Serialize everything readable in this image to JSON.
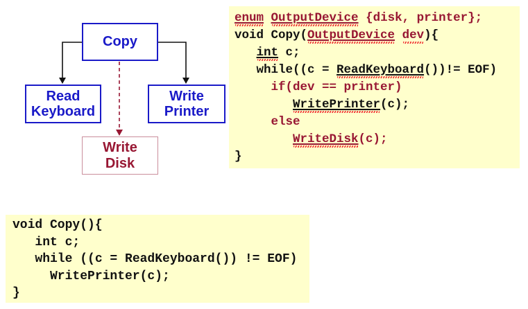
{
  "palette": {
    "blue": "#1a1ac8",
    "maroon": "#981733",
    "squiggle_red": "#f03030",
    "code_background": "#ffffcc",
    "disk_box_border": "#ca8d9b",
    "arrow_black": "#111111"
  },
  "diagram": {
    "nodes": {
      "copy": {
        "label": "Copy"
      },
      "read_keyboard": {
        "label": "Read\nKeyboard"
      },
      "write_printer": {
        "label": "Write\nPrinter"
      },
      "write_disk": {
        "label": "Write\nDisk"
      }
    },
    "edges": [
      {
        "name": "copy-to-read-keyboard",
        "style": "solid",
        "color": "#111111"
      },
      {
        "name": "copy-to-write-printer",
        "style": "solid",
        "color": "#111111"
      },
      {
        "name": "copy-to-write-disk",
        "style": "dashed",
        "color": "#981733"
      }
    ]
  },
  "code_blocks": {
    "modified": {
      "lines": [
        [
          {
            "t": "enum",
            "c": "maroon",
            "u": 1,
            "sq": 1
          },
          {
            "t": " ",
            "c": "maroon"
          },
          {
            "t": "OutputDevice",
            "c": "maroon",
            "u": 1,
            "sq": 1
          },
          {
            "t": " {disk, printer};",
            "c": "maroon"
          }
        ],
        [
          {
            "t": "void Copy(",
            "c": "black"
          },
          {
            "t": "OutputDevice",
            "c": "maroon",
            "u": 1,
            "sq": 1
          },
          {
            "t": " ",
            "c": "maroon"
          },
          {
            "t": "dev",
            "c": "maroon",
            "sq": 1
          },
          {
            "t": "){",
            "c": "black"
          }
        ],
        [
          {
            "t": "   ",
            "c": "black"
          },
          {
            "t": "int",
            "c": "black",
            "u": 1,
            "sq": 1
          },
          {
            "t": " c;",
            "c": "black"
          }
        ],
        [
          {
            "t": "   while((c = ",
            "c": "black"
          },
          {
            "t": "ReadKeyboard",
            "c": "black",
            "u": 1,
            "sq": 1
          },
          {
            "t": "())!= EOF)",
            "c": "black"
          }
        ],
        [
          {
            "t": "     if(dev == printer)",
            "c": "maroon"
          }
        ],
        [
          {
            "t": "        ",
            "c": "black"
          },
          {
            "t": "WritePrinter",
            "c": "black",
            "u": 1,
            "sq": 1
          },
          {
            "t": "(c);",
            "c": "black"
          }
        ],
        [
          {
            "t": "     else",
            "c": "maroon"
          }
        ],
        [
          {
            "t": "        ",
            "c": "black"
          },
          {
            "t": "WriteDisk",
            "c": "maroon",
            "u": 1,
            "sq": 1
          },
          {
            "t": "(c);",
            "c": "maroon"
          }
        ],
        [
          {
            "t": "}",
            "c": "black"
          }
        ]
      ]
    },
    "original": {
      "lines": [
        [
          {
            "t": "void Copy(){",
            "c": "black"
          }
        ],
        [
          {
            "t": "   int c;",
            "c": "black"
          }
        ],
        [
          {
            "t": "   while ((c = ReadKeyboard()) != EOF)",
            "c": "black"
          }
        ],
        [
          {
            "t": "     WritePrinter(c);",
            "c": "black"
          }
        ],
        [
          {
            "t": "}",
            "c": "black"
          }
        ]
      ]
    }
  }
}
